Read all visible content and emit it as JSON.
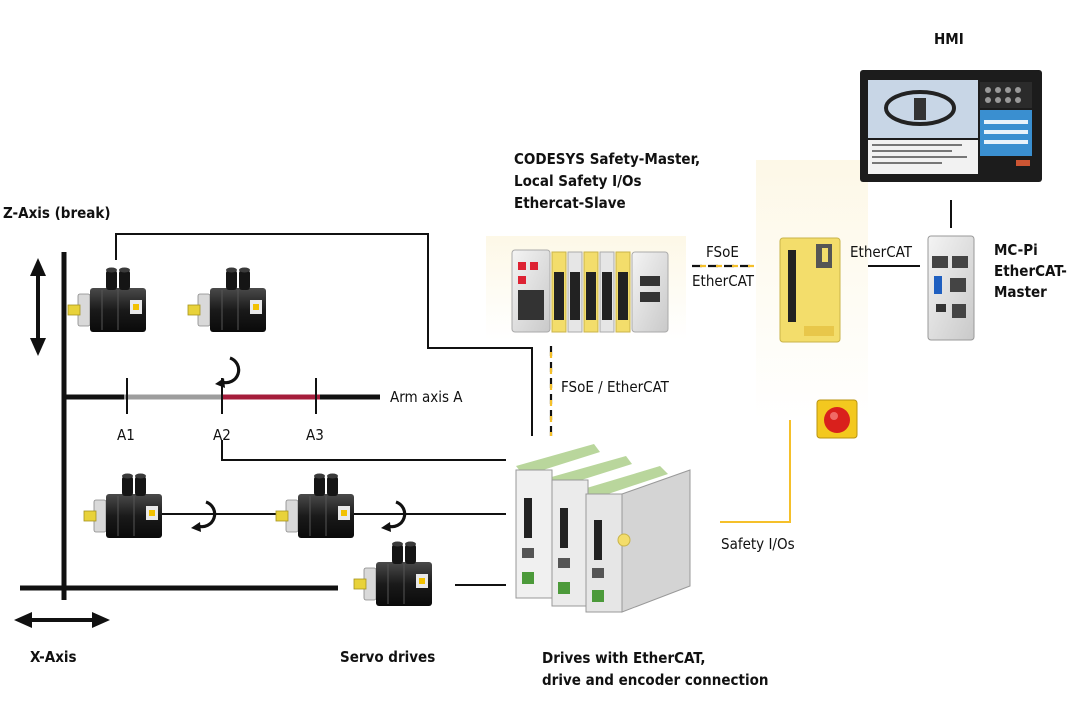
{
  "labels": {
    "hmi": "HMI",
    "codesys": "CODESYS Safety-Master,\nLocal Safety I/Os\nEthercat-Slave",
    "z_axis": "Z-Axis (break)",
    "x_axis": "X-Axis",
    "arm_axis": "Arm axis A",
    "a1": "A1",
    "a2": "A2",
    "a3": "A3",
    "fsoe_top": "FSoE",
    "ethercat_mid": "EtherCAT",
    "ethercat_right": "EtherCAT",
    "mcpi": "MC-Pi\nEtherCAT-\nMaster",
    "fsoe_ethercat": "FSoE / EtherCAT",
    "safety_ios": "Safety I/Os",
    "servo_drives": "Servo drives",
    "drives": "Drives with EtherCAT,\ndrive and encoder connection"
  },
  "colors": {
    "line": "#111111",
    "safety_yellow": "#f5c02a",
    "arm_gray": "#9d9d9d",
    "arm_red": "#a51d3b",
    "module_yellow": "#f3dd6b",
    "stop_red": "#d9201c"
  },
  "icons": {
    "motor": "servo-motor-icon",
    "rotation": "rotation-arrow-icon",
    "updown": "vertical-double-arrow-icon",
    "leftright": "horizontal-double-arrow-icon",
    "estop": "emergency-stop-icon"
  }
}
